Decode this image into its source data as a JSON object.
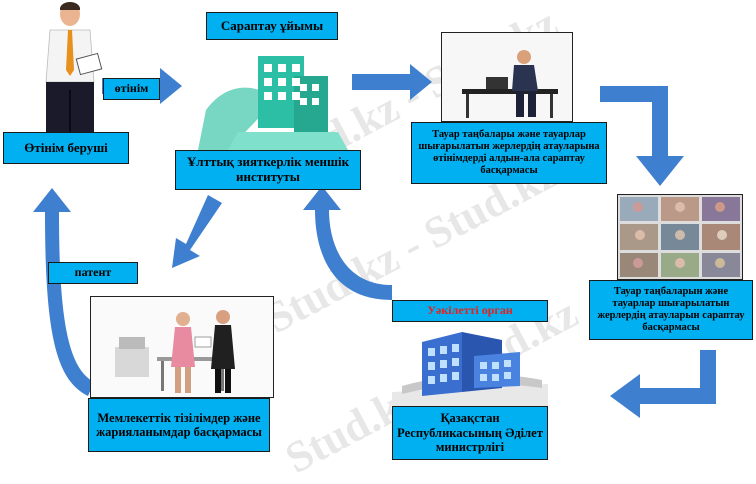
{
  "labels": {
    "applicant": "Өтінім беруші",
    "application": "өтінім",
    "analysis_center": "Сараптау ұйымы",
    "institute": "Ұлттық зияткерлік меншік институты",
    "prelim_exam": "Тауар таңбалары және тауарлар шығарылатын жерлердің атауларына өтінімдерді алдын-ала сараптау басқармасы",
    "exam": "Тауар таңбаларын және тауарлар шығарылатын жерлердің атауларын сараптау басқармасы",
    "authorized_body": "Уәкілетті орган",
    "ministry": "Қазақстан Республикасының Әділет министрлігі",
    "patent": "патент",
    "registry": "Мемлекеттік тізілімдер және жарияланымдар басқармасы"
  },
  "watermark": "Stud.kz - Stud.kz",
  "colors": {
    "box_fill": "#00b0f0",
    "arrow": "#3f7fd0",
    "authorized_text": "#e8201c"
  }
}
